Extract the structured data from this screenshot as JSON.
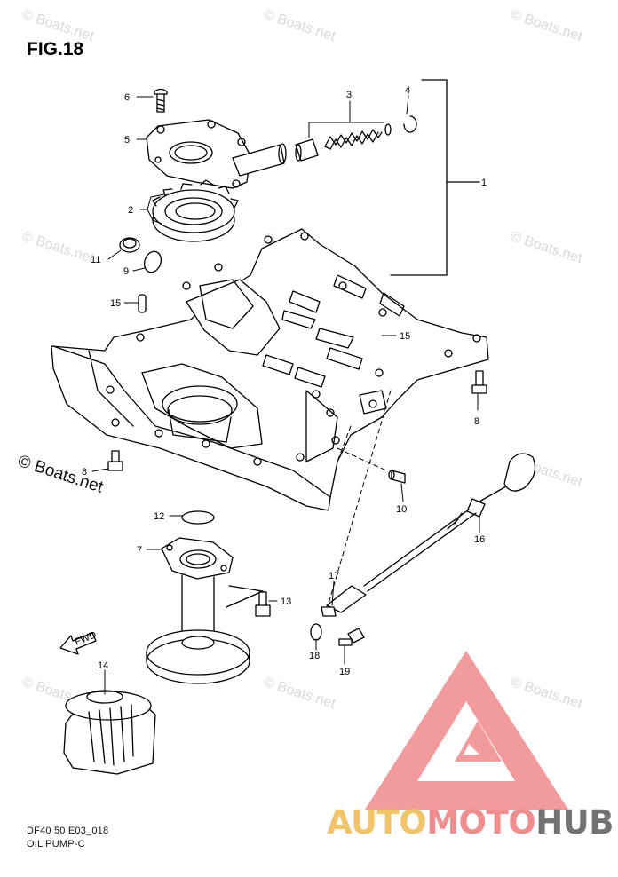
{
  "figure": {
    "title": "FIG.18",
    "code": "DF40 50 E03_018",
    "caption": "OIL PUMP-C"
  },
  "watermark": {
    "text": "© Boats.net",
    "color": "#d9d9d9"
  },
  "callouts": [
    "1",
    "2",
    "3",
    "4",
    "5",
    "6",
    "7",
    "8",
    "8",
    "9",
    "10",
    "11",
    "12",
    "13",
    "14",
    "15",
    "15",
    "16",
    "17",
    "18",
    "19"
  ],
  "direction_marker": "FWD",
  "logo": {
    "part1": "AUTO",
    "part2": "MOTO",
    "part3": "HUB",
    "colors": {
      "auto": "#f2c46a",
      "moto": "#ef8d8f",
      "hub": "#727272",
      "triangle": "#f08a8c"
    }
  }
}
